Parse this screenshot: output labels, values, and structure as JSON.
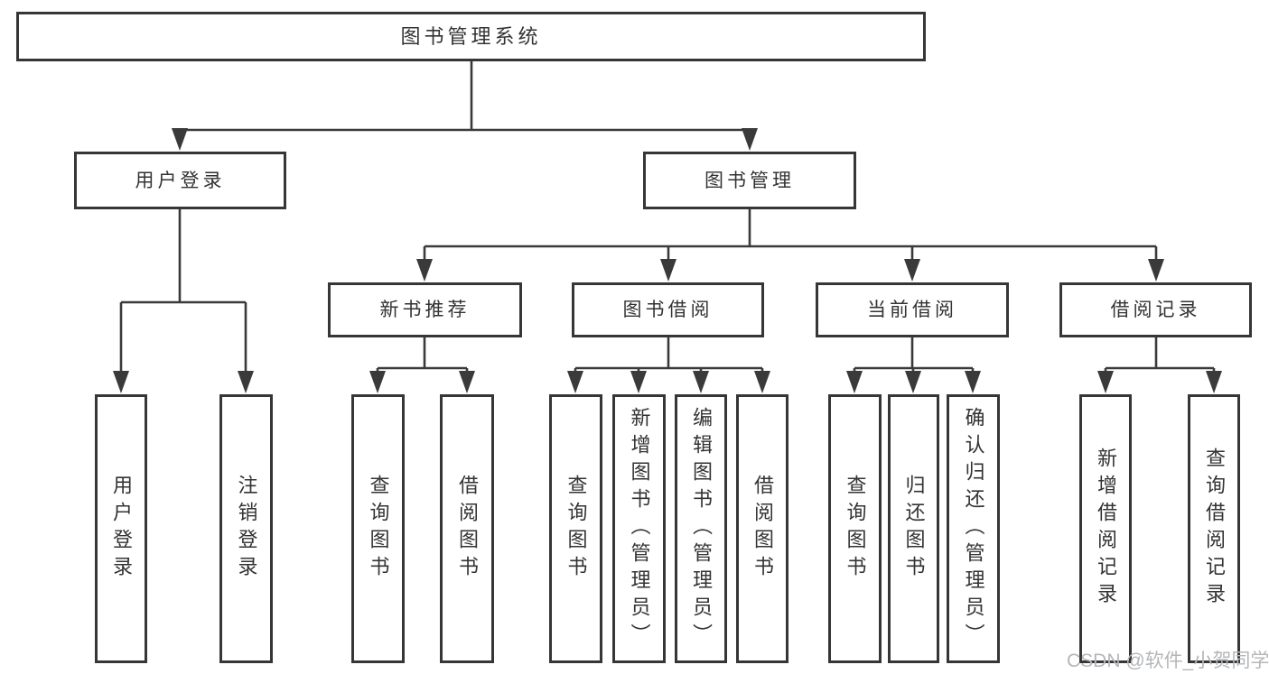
{
  "tree": {
    "root": "图书管理系统",
    "level2": [
      "用户登录",
      "图书管理"
    ],
    "level3": [
      "新书推荐",
      "图书借阅",
      "当前借阅",
      "借阅记录"
    ],
    "user_login_children": [
      "用户登录",
      "注销登录"
    ],
    "new_book_children": [
      "查询图书",
      "借阅图书"
    ],
    "book_borrow_children": [
      "查询图书",
      "新增图书（管理员）",
      "编辑图书（管理员）",
      "借阅图书"
    ],
    "current_borrow_children": [
      "查询图书",
      "归还图书",
      "确认归还（管理员）"
    ],
    "borrow_record_children": [
      "新增借阅记录",
      "查询借阅记录"
    ]
  },
  "colors": {
    "line": "#3a3a3a",
    "border": "#363636",
    "text": "#333333",
    "watermark": "#b4b6b9"
  },
  "watermark": "CSDN @软件_小贺同学"
}
